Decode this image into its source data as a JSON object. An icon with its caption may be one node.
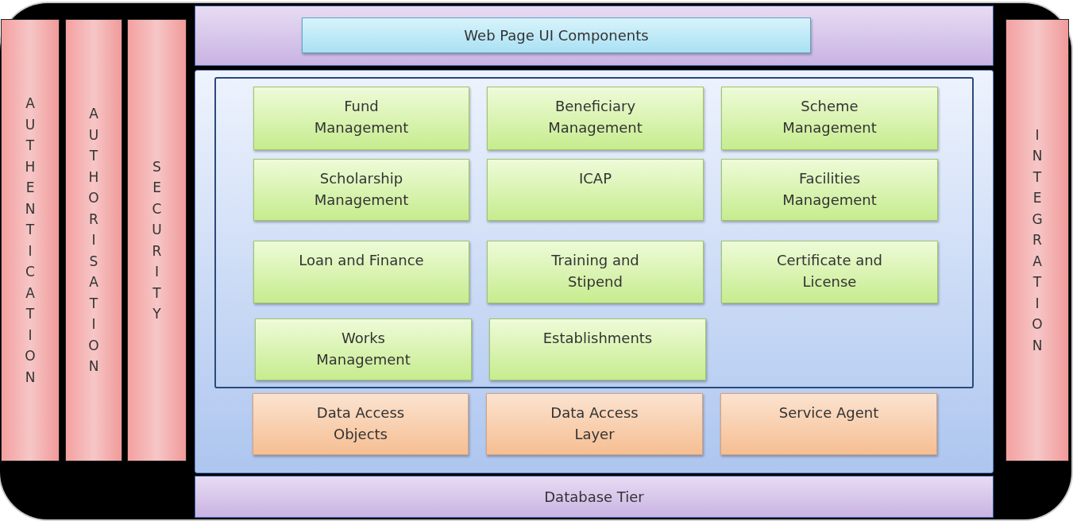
{
  "diagram": {
    "nodes": [
      {
        "text": [
          "AUTHENTICATION"
        ]
      },
      {
        "text": [
          "AUTHORISATION"
        ]
      },
      {
        "text": [
          "SECURITY"
        ]
      },
      {
        "text": [],
        "shape": "band"
      },
      {
        "text": [
          "Web Page UI Components"
        ],
        "in": 3
      },
      {
        "text": [],
        "shape": "box"
      },
      {
        "text": [],
        "shape": "box",
        "in": 5
      },
      {
        "text": [
          "Fund Management"
        ],
        "in": 6
      },
      {
        "text": [
          "Beneficiary Management"
        ],
        "in": 6
      },
      {
        "text": [
          "Scheme Management"
        ],
        "in": 6
      },
      {
        "text": [
          "Scholarship Management"
        ],
        "in": 6
      },
      {
        "text": [
          "ICAP"
        ],
        "in": 6
      },
      {
        "text": [
          "Facilities Management"
        ],
        "in": 6
      },
      {
        "text": [
          "Loan and Finance"
        ],
        "in": 6
      },
      {
        "text": [
          "Training and Stipend"
        ],
        "in": 6
      },
      {
        "text": [
          "Certificate and License"
        ],
        "in": 6
      },
      {
        "text": [
          "Works Management"
        ],
        "in": 6
      },
      {
        "text": [
          "Establishments"
        ],
        "in": 6
      },
      {
        "text": [
          "Data Access Objects"
        ],
        "in": 5
      },
      {
        "text": [
          "Data Access Layer"
        ],
        "in": 5
      },
      {
        "text": [
          "Service Agent"
        ],
        "in": 5
      },
      {
        "text": [
          "Database Tier"
        ]
      },
      {
        "text": [
          "INTEGRATION"
        ]
      }
    ],
    "edges": []
  }
}
